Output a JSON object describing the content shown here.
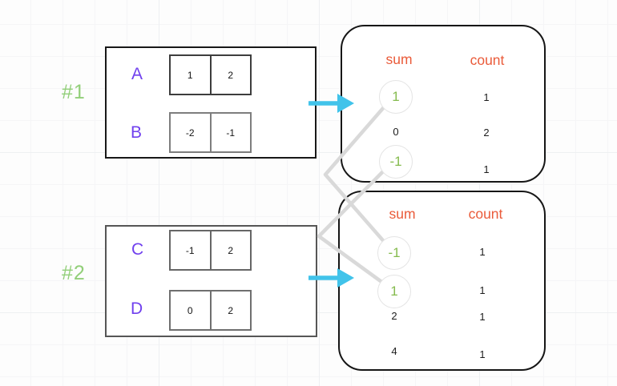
{
  "groups": [
    {
      "label": "#1",
      "arrays": [
        {
          "name": "A",
          "values": [
            "1",
            "2"
          ]
        },
        {
          "name": "B",
          "values": [
            "-2",
            "-1"
          ]
        }
      ]
    },
    {
      "label": "#2",
      "arrays": [
        {
          "name": "C",
          "values": [
            "-1",
            "2"
          ]
        },
        {
          "name": "D",
          "values": [
            "0",
            "2"
          ]
        }
      ]
    }
  ],
  "result_tables": [
    {
      "sum_header": "sum",
      "count_header": "count",
      "rows": [
        {
          "sum": "1",
          "count": "1",
          "highlighted": true
        },
        {
          "sum": "0",
          "count": "2",
          "highlighted": false
        },
        {
          "sum": "-1",
          "count": "1",
          "highlighted": true
        }
      ]
    },
    {
      "sum_header": "sum",
      "count_header": "count",
      "rows": [
        {
          "sum": "-1",
          "count": "1",
          "highlighted": true
        },
        {
          "sum": "1",
          "count": "1",
          "highlighted": true
        },
        {
          "sum": "2",
          "count": "1",
          "highlighted": false
        },
        {
          "sum": "4",
          "count": "1",
          "highlighted": false
        }
      ]
    }
  ],
  "connections": [
    {
      "from_table": 1,
      "from_sum": "1",
      "to_table": 2,
      "to_sum": "-1"
    },
    {
      "from_table": 1,
      "from_sum": "-1",
      "to_table": 2,
      "to_sum": "1"
    }
  ],
  "icons": {
    "flow_arrow": "right-arrow-icon"
  },
  "colors": {
    "group_label_green": "#92cf79",
    "array_letter_purple": "#7040ee",
    "header_orange": "#ea5b3a",
    "highlight_green": "#85bb4e",
    "arrow_cyan": "#41c3ea",
    "connector_gray": "#d9d9d9"
  }
}
